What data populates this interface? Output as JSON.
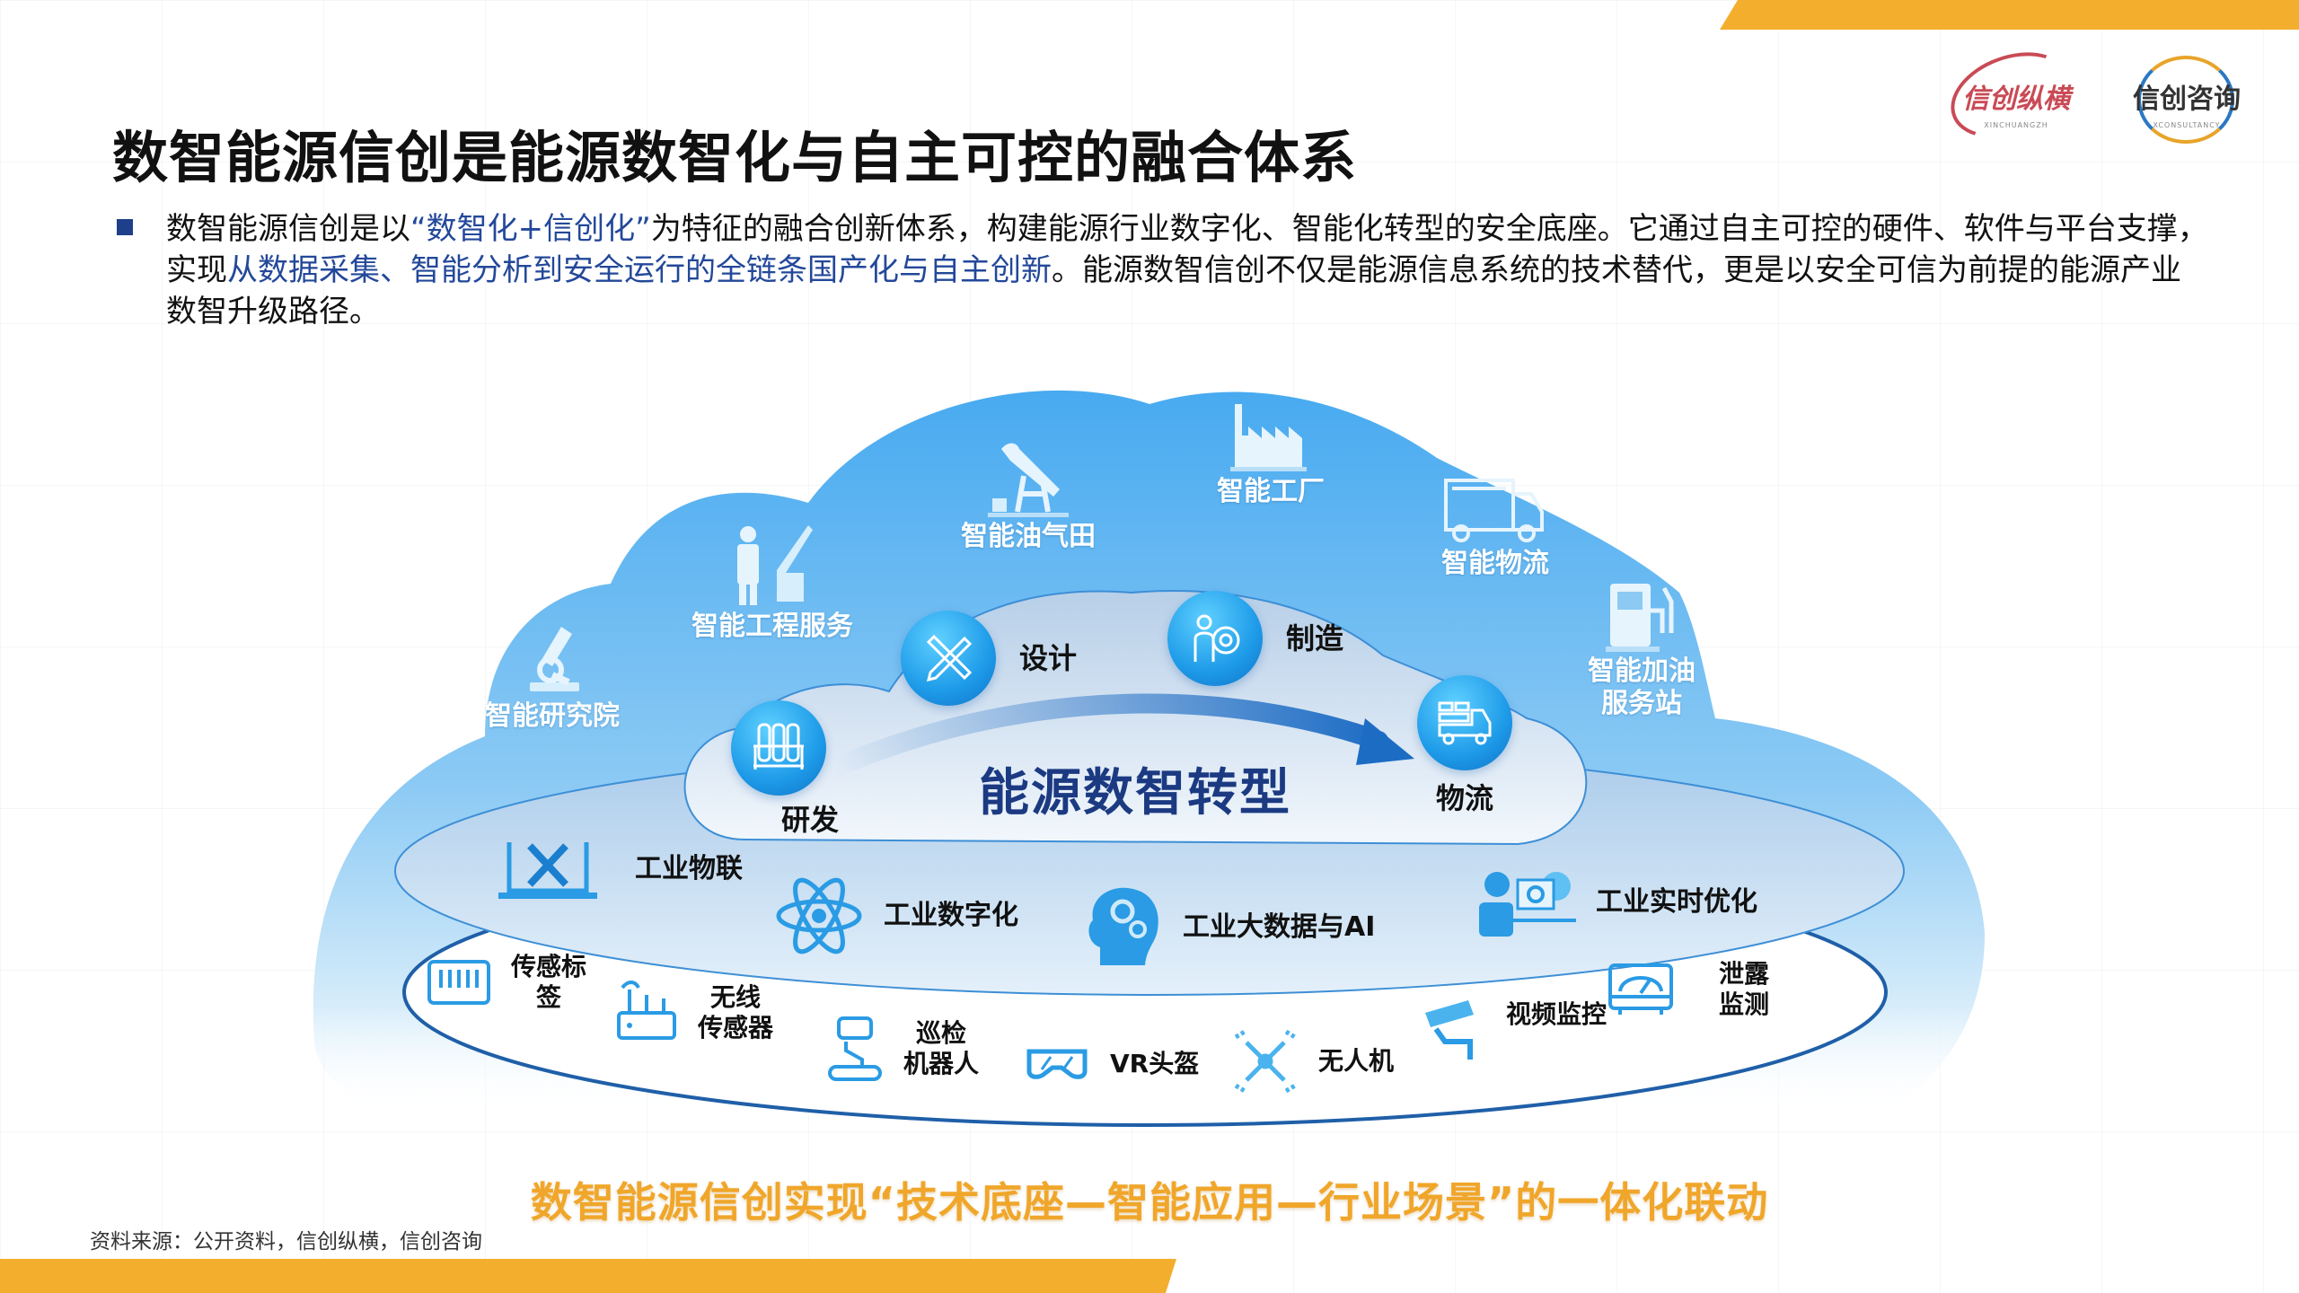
{
  "header": {
    "title": "数智能源信创是能源数智化与自主可控的融合体系",
    "logos": [
      {
        "name": "信创纵横",
        "sub": "XINCHUANGZH"
      },
      {
        "name": "信创咨询",
        "sub": "XCONSULTANCY"
      }
    ]
  },
  "intro": {
    "seg1": "数智能源信创是以",
    "seg2_highlight": "“数智化+信创化”",
    "seg3": "为特征的融合创新体系，构建能源行业数字化、智能化转型的安全底座。它通过自主可控的硬件、软件与平台支撑，实现",
    "seg4_highlight": "从数据采集、智能分析到安全运行的全链条国产化与自主创新",
    "seg5": "。能源数智信创不仅是能源信息系统的技术替代，更是以安全可信为前提的能源产业数智升级路径。"
  },
  "diagram": {
    "scenarios": [
      {
        "label": "智能研究院",
        "icon": "microscope-icon"
      },
      {
        "label": "智能工程服务",
        "icon": "engineer-crane-icon"
      },
      {
        "label": "智能油气田",
        "icon": "oil-pump-icon"
      },
      {
        "label": "智能工厂",
        "icon": "factory-icon"
      },
      {
        "label": "智能物流",
        "icon": "truck-icon"
      },
      {
        "label": "智能加油服务站",
        "line1": "智能加油",
        "line2": "服务站",
        "icon": "fuel-pump-icon"
      }
    ],
    "core": {
      "title": "能源数智转型",
      "stages": [
        {
          "label": "研发",
          "icon": "test-tubes-icon"
        },
        {
          "label": "设计",
          "icon": "pencil-ruler-icon"
        },
        {
          "label": "制造",
          "icon": "person-gear-icon"
        },
        {
          "label": "物流",
          "icon": "delivery-truck-icon"
        }
      ]
    },
    "applications": [
      {
        "label": "工业物联",
        "icon": "laptop-tools-icon"
      },
      {
        "label": "工业数字化",
        "icon": "atom-icon"
      },
      {
        "label": "工业大数据与AI",
        "icon": "head-gears-icon"
      },
      {
        "label": "工业实时优化",
        "icon": "worker-screen-gear-icon"
      }
    ],
    "devices": [
      {
        "label": "传感标签",
        "line1": "传感标",
        "line2": "签",
        "icon": "barcode-tag-icon"
      },
      {
        "label": "无线传感器",
        "line1": "无线",
        "line2": "传感器",
        "icon": "router-icon"
      },
      {
        "label": "巡检机器人",
        "line1": "巡检",
        "line2": "机器人",
        "icon": "robot-icon"
      },
      {
        "label": "VR头盔",
        "icon": "vr-goggles-icon"
      },
      {
        "label": "无人机",
        "icon": "drone-icon"
      },
      {
        "label": "视频监控",
        "icon": "cctv-camera-icon"
      },
      {
        "label": "泄露监测",
        "line1": "泄露",
        "line2": "监测",
        "icon": "gauge-monitor-icon"
      }
    ]
  },
  "footer": {
    "tagline": "数智能源信创实现“技术底座—智能应用—行业场景”的一体化联动",
    "source": "资料来源：公开资料，信创纵横，信创咨询"
  },
  "colors": {
    "accent_orange": "#f4ae2e",
    "title_blue": "#1b3a82",
    "highlight_blue": "#23489a",
    "cloud_blue": "#4db0f2"
  }
}
